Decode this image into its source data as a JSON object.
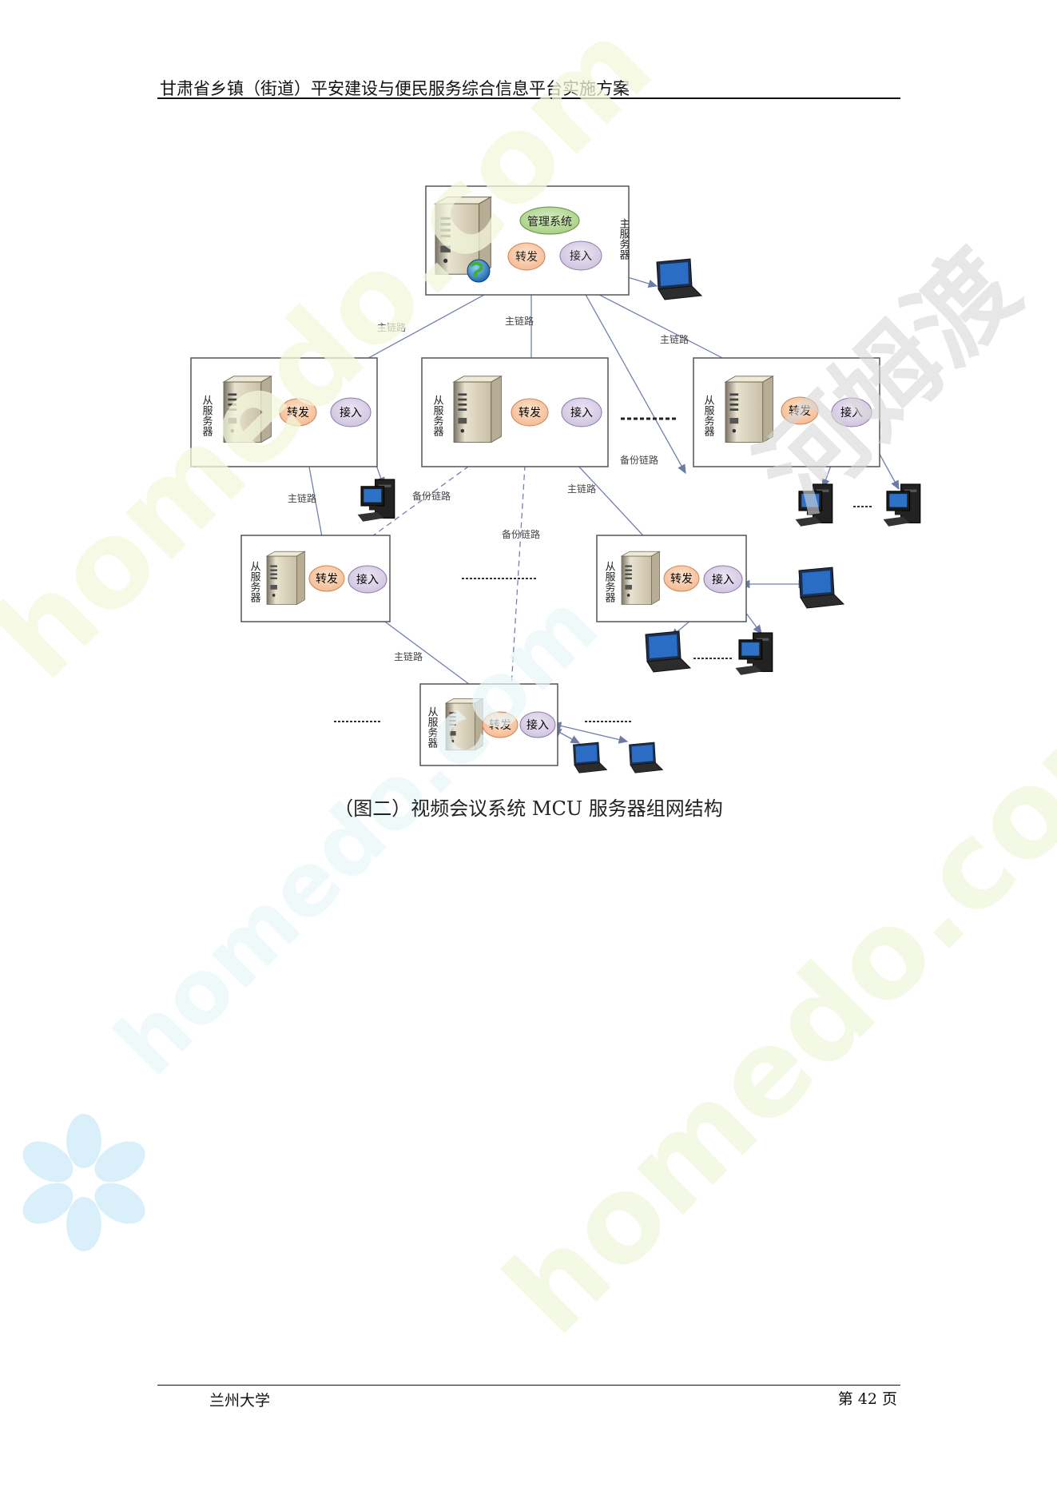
{
  "header": {
    "title": "甘肃省乡镇（街道）平安建设与便民服务综合信息平台实施方案"
  },
  "footer": {
    "institution": "兰州大学",
    "page": "第 42 页"
  },
  "figure": {
    "caption": "（图二）视频会议系统 MCU 服务器组网结构",
    "labels": {
      "main_server": "主服务器",
      "sub_server": "从服务器",
      "management": "管理系统",
      "forward": "转发",
      "access": "接入",
      "main_link": "主链路",
      "backup_link": "备份链路"
    }
  },
  "watermark": {
    "text": "homedo.com",
    "brand": "河姆渡"
  }
}
